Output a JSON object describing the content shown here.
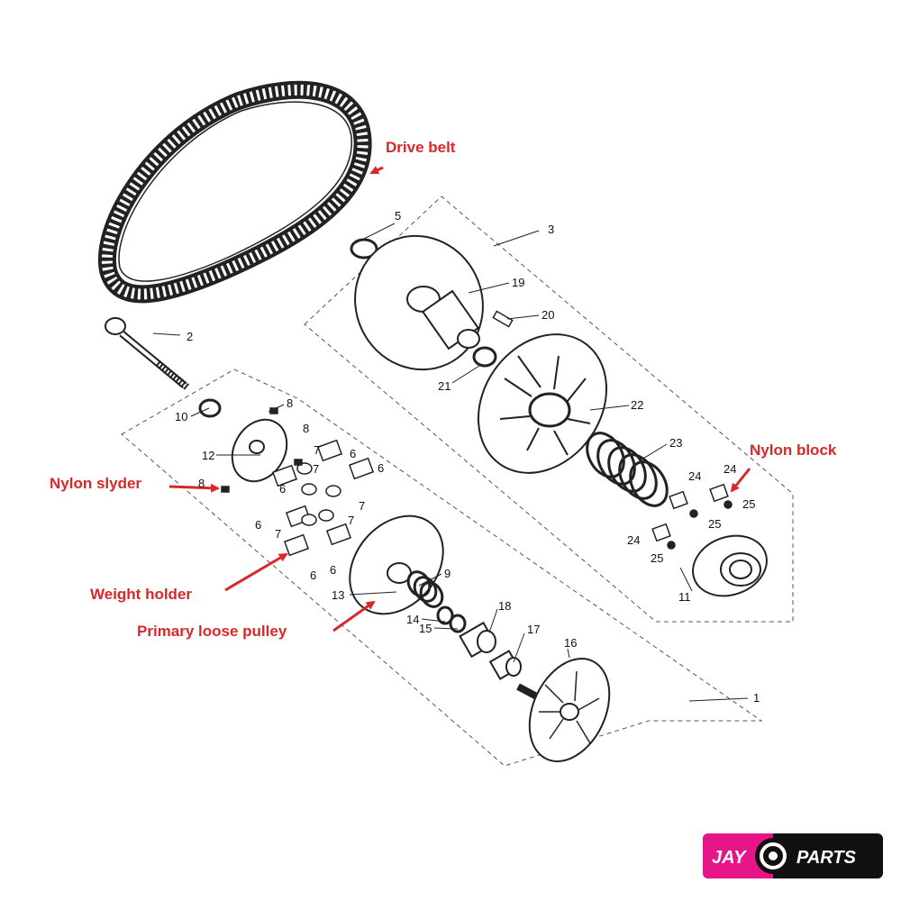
{
  "callouts": {
    "drive_belt": "Drive belt",
    "nylon_block": "Nylon block",
    "nylon_slyder": "Nylon slyder",
    "weight_holder": "Weight holder",
    "primary_loose_pulley": "Primary loose pulley"
  },
  "part_numbers": {
    "p1": "1",
    "p2": "2",
    "p3": "3",
    "p5": "5",
    "p6a": "6",
    "p6b": "6",
    "p6c": "6",
    "p6d": "6",
    "p6e": "6",
    "p6f": "6",
    "p7a": "7",
    "p7b": "7",
    "p7c": "7",
    "p7d": "7",
    "p7e": "7",
    "p8a": "8",
    "p8b": "8",
    "p8c": "8",
    "p9": "9",
    "p10": "10",
    "p11": "11",
    "p12": "12",
    "p13": "13",
    "p14": "14",
    "p15": "15",
    "p16": "16",
    "p17": "17",
    "p18": "18",
    "p19": "19",
    "p20": "20",
    "p21": "21",
    "p22": "22",
    "p23": "23",
    "p24a": "24",
    "p24b": "24",
    "p24c": "24",
    "p25a": "25",
    "p25b": "25",
    "p25c": "25"
  },
  "brand": {
    "left": "JAY",
    "right": "PARTS",
    "colors": {
      "left_bg": "#e6158a",
      "right_bg": "#111111"
    }
  },
  "colors": {
    "callout": "#d8282a",
    "line": "#222222"
  }
}
